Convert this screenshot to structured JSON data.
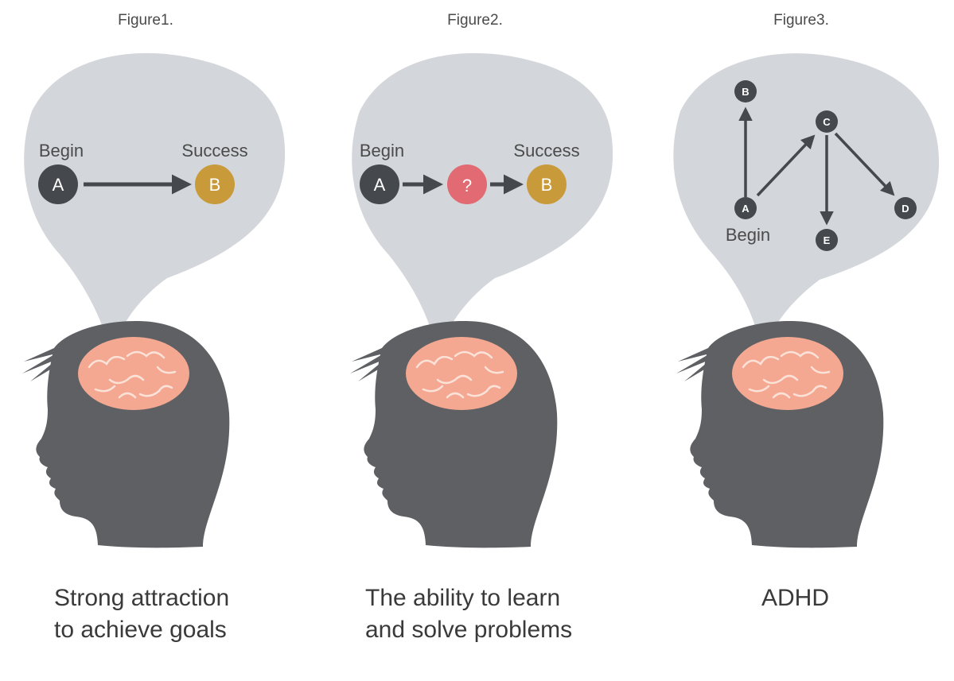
{
  "colors": {
    "bubble": "#d3d6da",
    "head": "#5e6064",
    "brain": "#f4a891",
    "brain_lines": "#fbe2d8",
    "node_dark": "#45484c",
    "node_gold": "#c99a3a",
    "node_red": "#e26a72",
    "arrow": "#45484c"
  },
  "figures": [
    {
      "title": "Figure1.",
      "caption_lines": [
        "Strong attraction",
        "to achieve goals"
      ],
      "begin_label": "Begin",
      "success_label": "Success",
      "node_a": "A",
      "node_b": "B"
    },
    {
      "title": "Figure2.",
      "caption_lines": [
        "The ability to learn",
        "and solve problems"
      ],
      "begin_label": "Begin",
      "success_label": "Success",
      "node_a": "A",
      "node_q": "?",
      "node_b": "B"
    },
    {
      "title": "Figure3.",
      "caption_lines": [
        "ADHD"
      ],
      "begin_label": "Begin",
      "nodes": {
        "a": "A",
        "b": "B",
        "c": "C",
        "d": "D",
        "e": "E"
      }
    }
  ]
}
